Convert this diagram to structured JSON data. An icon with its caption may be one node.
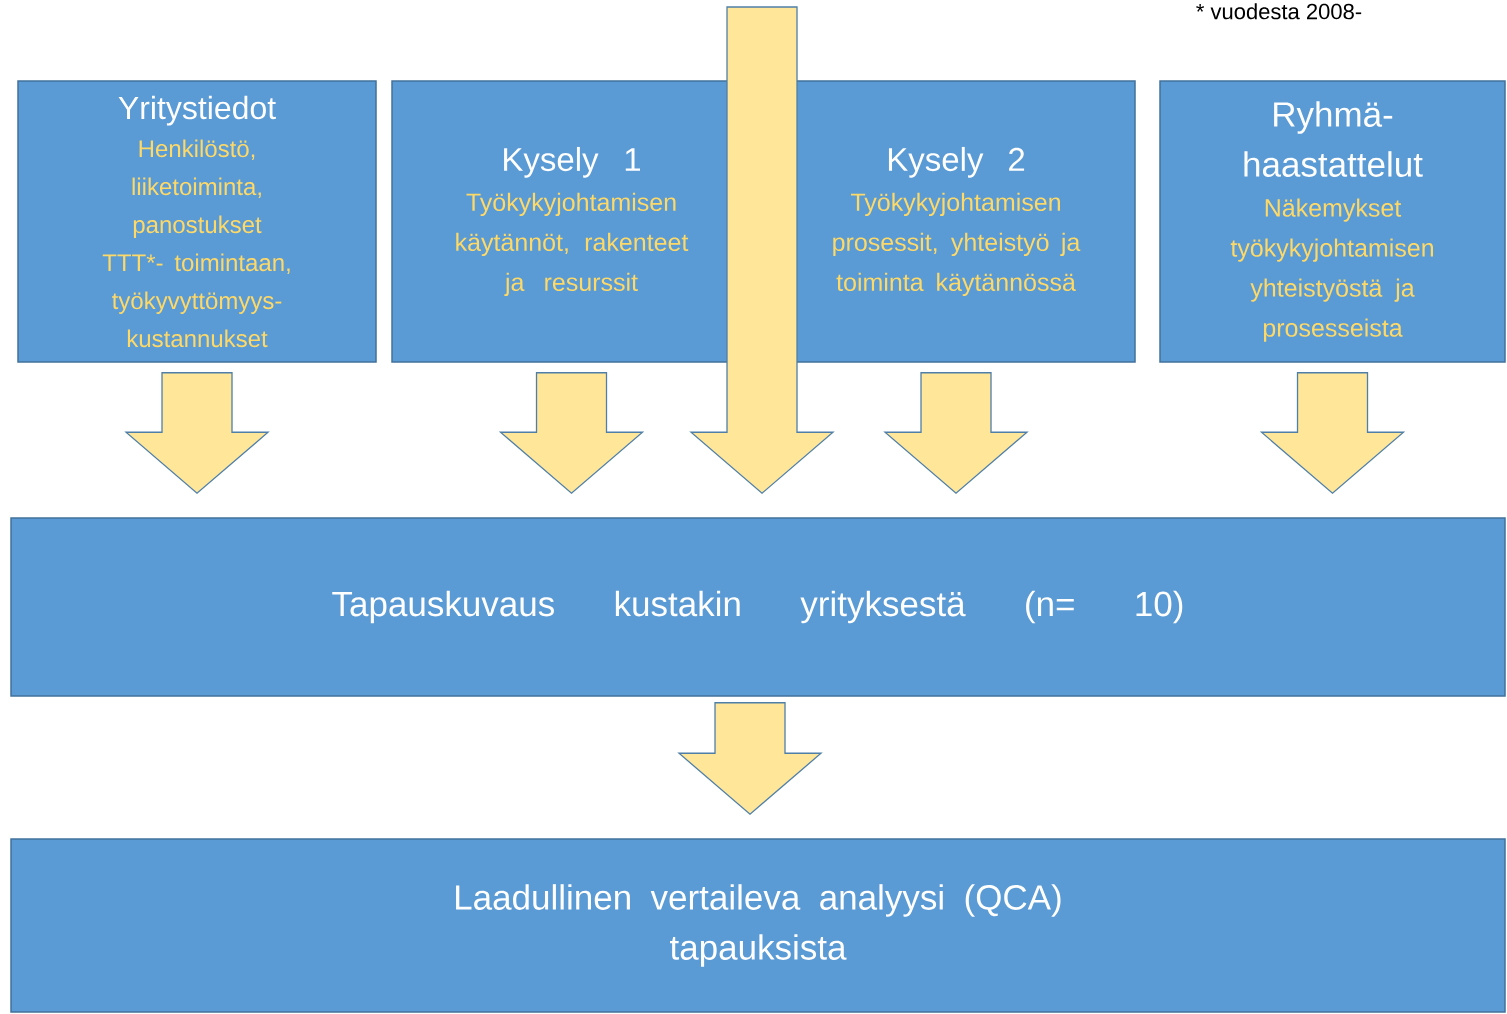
{
  "diagram": {
    "nodes": [
      {
        "text": [
          "Yritystiedot",
          "Henkilöstö, liiketoiminta, panostukset TTT*- toimintaan, työkyvyttömyys- kustannukset"
        ]
      },
      {
        "text": [
          "Kysely 1",
          "Työkykyjohtamisen käytännöt, rakenteet ja resurssit"
        ]
      },
      {
        "text": [
          "Kysely 2",
          "Työkykyjohtamisen prosessit, yhteistyö ja toiminta käytännössä"
        ]
      },
      {
        "text": [
          "Ryhmä- haastattelut",
          "Näkemykset työkykyjohtamisen yhteistyöstä ja prosesseista"
        ]
      },
      {
        "text": [
          "Tapauskuvaus kustakin yrityksestä (n= 10)"
        ]
      },
      {
        "text": [
          "Laadullinen vertaileva analyysi (QCA) tapauksista"
        ]
      }
    ],
    "edges": [
      {
        "from": 0,
        "to": 4,
        "arrow": "to"
      },
      {
        "from": 1,
        "to": 4,
        "arrow": "to"
      },
      {
        "from": null,
        "to": 4,
        "arrow": "to"
      },
      {
        "from": 2,
        "to": 4,
        "arrow": "to"
      },
      {
        "from": 3,
        "to": 4,
        "arrow": "to"
      },
      {
        "from": 4,
        "to": 5,
        "arrow": "to"
      }
    ],
    "labels": [
      "* vuodesta 2008-"
    ]
  }
}
